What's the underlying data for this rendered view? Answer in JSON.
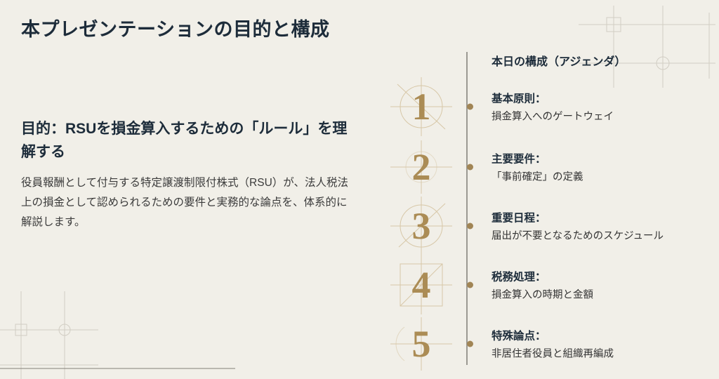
{
  "slide": {
    "title": "本プレゼンテーションの目的と構成"
  },
  "purpose": {
    "heading": "目的：RSUを損金算入するための「ルール」を理解する",
    "body": "役員報酬として付与する特定譲渡制限付株式（RSU）が、法人税法上の損金として認められるための要件と実務的な論点を、体系的に解説します。"
  },
  "agenda": {
    "header": "本日の構成（アジェンダ）",
    "items": [
      {
        "number": "1",
        "heading": "基本原則：",
        "subtitle": "損金算入へのゲートウェイ"
      },
      {
        "number": "2",
        "heading": "主要要件：",
        "subtitle": "「事前確定」の定義"
      },
      {
        "number": "3",
        "heading": "重要日程：",
        "subtitle": "届出が不要となるためのスケジュール"
      },
      {
        "number": "4",
        "heading": "税務処理：",
        "subtitle": "損金算入の時期と金額"
      },
      {
        "number": "5",
        "heading": "特殊論点：",
        "subtitle": "非居住者役員と組織再編成"
      }
    ]
  },
  "colors": {
    "background": "#f1efe8",
    "title_text": "#1d2c3a",
    "accent_gold": "#ab8c55",
    "ornament_gold": "#c6ad7d",
    "body_text": "#3b3b3b",
    "timeline_line": "#9b9992"
  }
}
